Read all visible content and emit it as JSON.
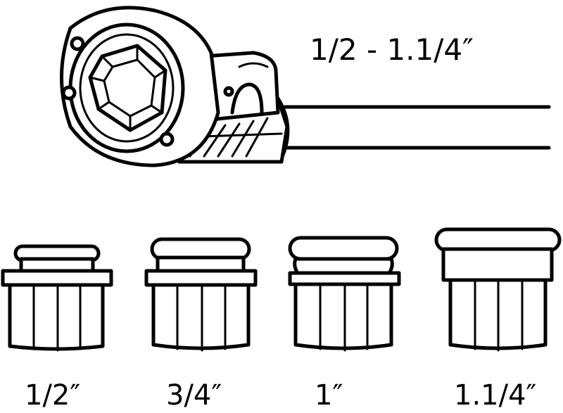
{
  "title": "Ratchet pipe threader with dies",
  "range_label": "1/2 - 1.1/4″",
  "dies": [
    {
      "label": "1/2″"
    },
    {
      "label": "3/4″"
    },
    {
      "label": "1″"
    },
    {
      "label": "1.1/4″"
    }
  ],
  "colors": {
    "line": "#000000",
    "background": "#ffffff"
  }
}
